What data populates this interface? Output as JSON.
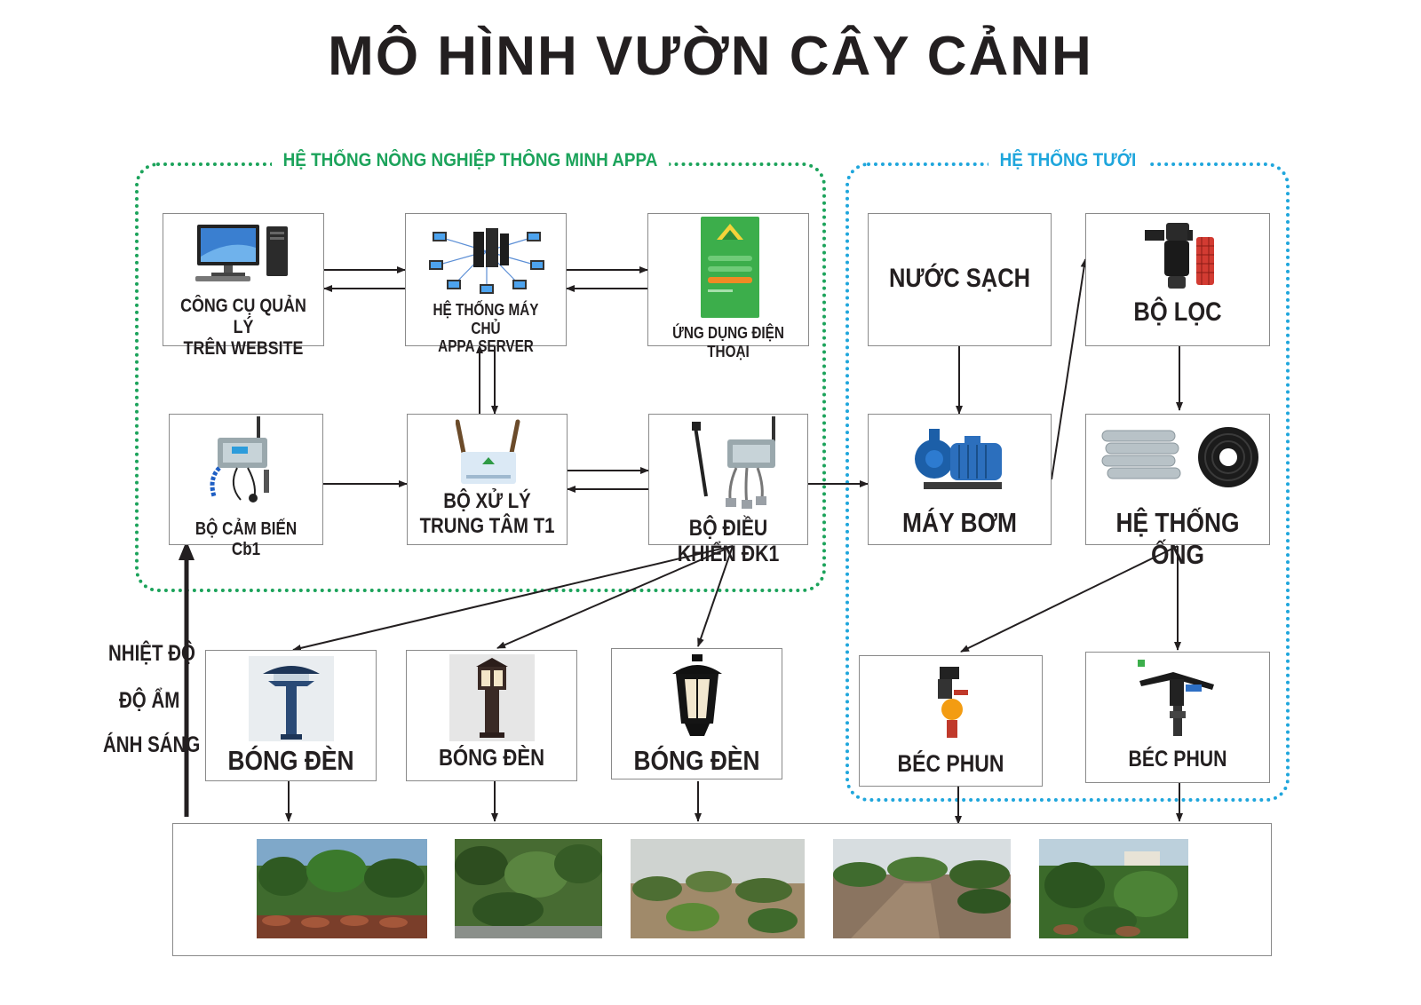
{
  "title": "MÔ HÌNH VƯỜN CÂY CẢNH",
  "colors": {
    "green": "#1ca35b",
    "blue": "#1fa6dc",
    "text": "#231f20",
    "arrow": "#231f20"
  },
  "groups": {
    "appa": {
      "label": "HỆ THỐNG NÔNG NGHIỆP THÔNG MINH APPA"
    },
    "irrigation": {
      "label": "HỆ THỐNG TƯỚI"
    }
  },
  "nodes": {
    "web_tool": {
      "label": "CÔNG CỤ QUẢN LÝ\nTRÊN WEBSITE",
      "icon": "desktop-computer-icon"
    },
    "server": {
      "label": "HỆ THỐNG  MÁY CHỦ\nAPPA SERVER",
      "icon": "server-network-icon"
    },
    "mobile_app": {
      "label": "ỨNG DỤNG ĐIỆN THOẠI",
      "icon": "smartphone-app-icon"
    },
    "sensor": {
      "label": "BỘ CẢM BIẾN Cb1",
      "icon": "sensor-device-icon"
    },
    "central_unit": {
      "label": "BỘ XỬ LÝ\nTRUNG TÂM T1",
      "icon": "router-icon"
    },
    "controller": {
      "label": "BỘ ĐIỀU KHIỂN ĐK1",
      "icon": "controller-device-icon"
    },
    "clean_water": {
      "label": "NƯỚC SẠCH"
    },
    "filter": {
      "label": "BỘ LỌC",
      "icon": "water-filter-icon"
    },
    "pump": {
      "label": "MÁY BƠM",
      "icon": "water-pump-icon"
    },
    "pipes": {
      "label": "HỆ THỐNG ỐNG",
      "icon": "pipes-icon"
    },
    "lamp_1": {
      "label": "BÓNG ĐÈN",
      "icon": "garden-lamp-icon"
    },
    "lamp_2": {
      "label": "BÓNG ĐÈN",
      "icon": "bollard-lamp-icon"
    },
    "lamp_3": {
      "label": "BÓNG ĐÈN",
      "icon": "lantern-icon"
    },
    "sprinkler_1": {
      "label": "BÉC PHUN",
      "icon": "micro-sprinkler-icon"
    },
    "sprinkler_2": {
      "label": "BÉC PHUN",
      "icon": "impact-sprinkler-icon"
    }
  },
  "environment": [
    "NHIỆT ĐỘ",
    "ĐỘ ẨM",
    "ÁNH SÁNG"
  ],
  "garden_photos": [
    "bonsai-garden-photo-1",
    "bonsai-garden-photo-2",
    "bonsai-garden-photo-3",
    "bonsai-garden-photo-4",
    "bonsai-garden-photo-5"
  ]
}
